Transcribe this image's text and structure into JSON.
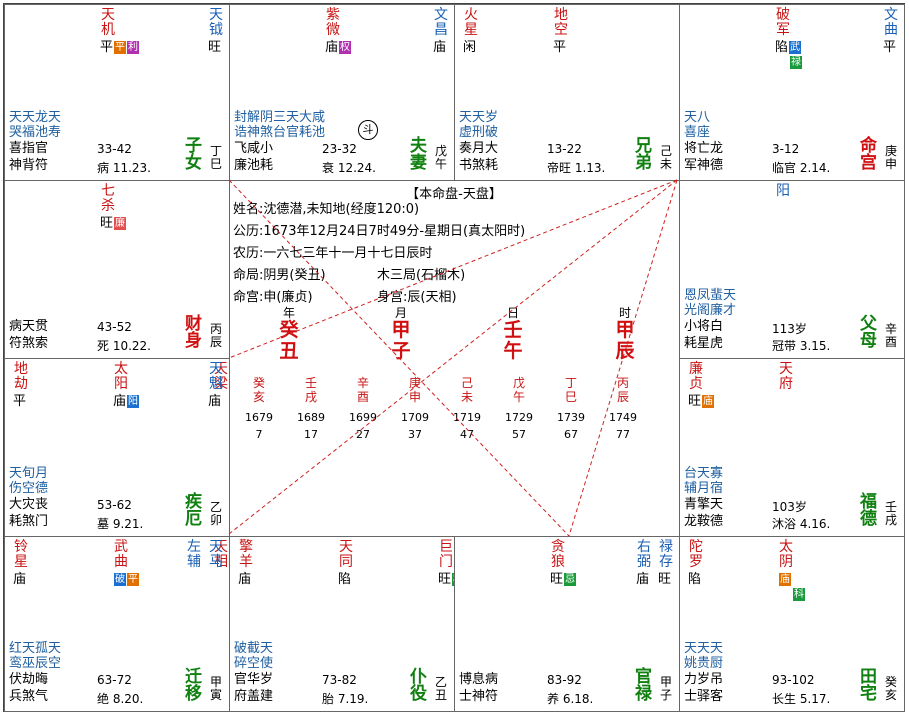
{
  "colors": {
    "major": "#c81414",
    "minor_blue": "#1a5fb4",
    "palace_green": "#108010",
    "red": "#d01010",
    "lu": "#1a9a3a",
    "quan": "#1a6fd0",
    "ke": "#1a9a3a",
    "ji": "#1a9a3a",
    "miao": "#e07000",
    "wang_badge": "#b030b0",
    "xian": "#1a6fd0"
  },
  "center": {
    "title": "【本命盘-天盘】",
    "line1": "姓名:沈德潜,未知地(经度120:0)",
    "line2": "公历:1673年12月24日7时49分-星期日(真太阳时)",
    "line3": "农历:一六七三年十一月十七日辰时",
    "line4a": "命局:阴男(癸丑)",
    "line4b": "木三局(石榴木)",
    "line5a": "命宫:申(廉贞)",
    "line5b": "身宫:辰(天相)",
    "pillar_labels": [
      "年",
      "月",
      "日",
      "时"
    ],
    "pillars": [
      [
        "癸",
        "丑"
      ],
      [
        "甲",
        "子"
      ],
      [
        "壬",
        "午"
      ],
      [
        "甲",
        "辰"
      ]
    ],
    "dayun": [
      {
        "g": "癸",
        "z": "亥",
        "y": "1679",
        "a": "7"
      },
      {
        "g": "壬",
        "z": "戌",
        "y": "1689",
        "a": "17"
      },
      {
        "g": "辛",
        "z": "酉",
        "y": "1699",
        "a": "27"
      },
      {
        "g": "庚",
        "z": "申",
        "y": "1709",
        "a": "37"
      },
      {
        "g": "己",
        "z": "未",
        "y": "1719",
        "a": "47"
      },
      {
        "g": "戊",
        "z": "午",
        "y": "1729",
        "a": "57"
      },
      {
        "g": "丁",
        "z": "巳",
        "y": "1739",
        "a": "67"
      },
      {
        "g": "丙",
        "z": "辰",
        "y": "1749",
        "a": "77"
      }
    ]
  },
  "palaces": [
    {
      "id": "si",
      "col": 0,
      "row": 0,
      "stars_left": [
        {
          "t": "天机",
          "c": "#c81414",
          "b": "平",
          "badges": [
            {
              "t": "平",
              "bg": "#e07000"
            },
            {
              "t": "利",
              "bg": "#b030b0"
            }
          ]
        }
      ],
      "stars_right": [
        {
          "t": "天钺",
          "c": "#1a5fb4",
          "b": "旺"
        }
      ],
      "minor": "天天龙天\n哭福池寿",
      "s1": "喜指官",
      "s2": "神背符",
      "age": "33-42",
      "stage": "病 11.23.",
      "name": "子女",
      "gz": "丁\n巳"
    },
    {
      "id": "wu",
      "col": 1,
      "row": 0,
      "stars_left": [
        {
          "t": "紫微",
          "c": "#c81414",
          "b": "庙",
          "badges": [
            {
              "t": "权",
              "bg": "#b030b0"
            }
          ]
        }
      ],
      "stars_right": [
        {
          "t": "文昌",
          "c": "#1a5fb4",
          "b": "庙"
        }
      ],
      "minor": "封解阴三天大咸\n诰神煞台官耗池",
      "s1": "飞咸小",
      "s2": "廉池耗",
      "age": "23-32",
      "stage": "衰 12.24.",
      "name": "夫妻",
      "gz": "戊\n午",
      "circ": "斗"
    },
    {
      "id": "wei",
      "col": 2,
      "row": 0,
      "stars_left": [
        {
          "t": "火星",
          "c": "#c81414",
          "b": "闲"
        },
        {
          "t": "地空",
          "c": "#c81414",
          "b": "平"
        }
      ],
      "stars_right": [],
      "minor": "天天岁\n虚刑破",
      "s1": "奏月大",
      "s2": "书煞耗",
      "age": "13-22",
      "stage": "帝旺 1.13.",
      "name": "兄弟",
      "gz": "己\n未"
    },
    {
      "id": "shen",
      "col": 3,
      "row": 0,
      "stars_left": [
        {
          "t": "破军",
          "c": "#c81414",
          "b": "陷",
          "badges": [
            {
              "t": "武",
              "bg": "#1a6fd0"
            }
          ],
          "badges2": [
            {
              "t": "禄",
              "bg": "#1a9a3a"
            }
          ]
        }
      ],
      "stars_right": [
        {
          "t": "文曲",
          "c": "#1a5fb4",
          "b": "平"
        }
      ],
      "minor": "天八\n喜座",
      "s1": "将亡龙",
      "s2": "军神德",
      "age": "3-12",
      "stage": "临官 2.14.",
      "name": "命宫",
      "namecolor": "#d01010",
      "gz": "庚\n申"
    },
    {
      "id": "chen",
      "col": 0,
      "row": 1,
      "stars_left": [
        {
          "t": "七杀",
          "c": "#c81414",
          "b": "旺",
          "badges": [
            {
              "t": "廉",
              "bg": "#e05050"
            }
          ]
        }
      ],
      "stars_right": [],
      "minor": "",
      "s1": "病天贯",
      "s2": "符煞索",
      "age": "43-52",
      "stage": "死 10.22.",
      "name": "财身",
      "namecolor": "#d01010",
      "gz": "丙\n辰"
    },
    {
      "id": "you",
      "col": 3,
      "row": 1,
      "stars_left": [
        {
          "t": "阳",
          "c": "#1a5fb4",
          "b": ""
        }
      ],
      "stars_right": [],
      "minor": "恩凤蜚天\n光阁廉才",
      "s1": "小将白",
      "s2": "耗星虎",
      "age": "113岁",
      "stage": "冠带 3.15.",
      "name": "父母",
      "gz": "辛\n酉"
    },
    {
      "id": "mao",
      "col": 0,
      "row": 2,
      "stars_left": [
        {
          "t": "地劫",
          "c": "#c81414",
          "b": "平"
        },
        {
          "t": "太阳",
          "c": "#c81414",
          "b": "庙",
          "badges": [
            {
              "t": "阳",
              "bg": "#1a6fd0"
            }
          ]
        },
        {
          "t": "天梁",
          "c": "#c81414",
          "b": ""
        }
      ],
      "stars_right": [
        {
          "t": "天魁",
          "c": "#1a5fb4",
          "b": "庙"
        }
      ],
      "minor": "天旬月\n伤空德",
      "s1": "大灾丧",
      "s2": "耗煞门",
      "age": "53-62",
      "stage": "墓 9.21.",
      "name": "疾厄",
      "gz": "乙\n卯"
    },
    {
      "id": "xu",
      "col": 3,
      "row": 2,
      "stars_left": [
        {
          "t": "廉贞",
          "c": "#c81414",
          "b": "旺",
          "badges": [
            {
              "t": "庙",
              "bg": "#e07000"
            }
          ]
        },
        {
          "t": "天府",
          "c": "#c81414",
          "b": ""
        }
      ],
      "stars_right": [],
      "minor": "台天寡\n辅月宿",
      "s1": "青擎天",
      "s2": "龙鞍德",
      "age": "103岁",
      "stage": "沐浴 4.16.",
      "name": "福德",
      "gz": "壬\n戌"
    },
    {
      "id": "yin",
      "col": 0,
      "row": 3,
      "stars_left": [
        {
          "t": "铃星",
          "c": "#c81414",
          "b": "庙"
        },
        {
          "t": "武曲",
          "c": "#c81414",
          "b": "",
          "badges": [
            {
              "t": "破",
              "bg": "#1a6fd0"
            },
            {
              "t": "平",
              "bg": "#e07000"
            }
          ]
        },
        {
          "t": "天相",
          "c": "#c81414",
          "b": ""
        }
      ],
      "stars_right": [
        {
          "t": "左辅",
          "c": "#1a5fb4",
          "b": ""
        },
        {
          "t": "天马",
          "c": "#1a5fb4",
          "b": ""
        }
      ],
      "minor": "红天孤天\n鸾巫辰空",
      "s1": "伏劫晦",
      "s2": "兵煞气",
      "age": "63-72",
      "stage": "绝 8.20.",
      "name": "迁移",
      "gz": "甲\n寅"
    },
    {
      "id": "chou",
      "col": 1,
      "row": 3,
      "stars_left": [
        {
          "t": "擎羊",
          "c": "#c81414",
          "b": "庙"
        },
        {
          "t": "天同",
          "c": "#c81414",
          "b": "陷"
        },
        {
          "t": "巨门",
          "c": "#c81414",
          "b": "旺",
          "badges": [
            {
              "t": "权",
              "bg": "#1a9a3a"
            }
          ]
        }
      ],
      "stars_right": [],
      "minor": "破截天\n碎空使",
      "s1": "官华岁",
      "s2": "府盖建",
      "age": "73-82",
      "stage": "胎 7.19.",
      "name": "仆役",
      "gz": "乙\n丑"
    },
    {
      "id": "zi",
      "col": 2,
      "row": 3,
      "stars_left": [
        {
          "t": "贪狼",
          "c": "#c81414",
          "b": "旺",
          "badges": [
            {
              "t": "忌",
              "bg": "#1a9a3a"
            }
          ]
        }
      ],
      "stars_right": [
        {
          "t": "右弼",
          "c": "#1a5fb4",
          "b": "庙"
        },
        {
          "t": "禄存",
          "c": "#1a5fb4",
          "b": "旺"
        }
      ],
      "minor": "",
      "s1": "博息病",
      "s2": "士神符",
      "age": "83-92",
      "stage": "养 6.18.",
      "name": "官禄",
      "gz": "甲\n子"
    },
    {
      "id": "hai",
      "col": 3,
      "row": 3,
      "stars_left": [
        {
          "t": "陀罗",
          "c": "#c81414",
          "b": "陷"
        },
        {
          "t": "太阴",
          "c": "#c81414",
          "b": "",
          "badges": [
            {
              "t": "庙",
              "bg": "#e07000"
            }
          ],
          "badges2": [
            {
              "t": "科",
              "bg": "#1a9a3a"
            }
          ]
        }
      ],
      "stars_right": [],
      "minor": "天天天\n姚贵厨",
      "s1": "力岁吊",
      "s2": "士驿客",
      "age": "93-102",
      "stage": "长生 5.17.",
      "name": "田宅",
      "gz": "癸\n亥"
    }
  ]
}
